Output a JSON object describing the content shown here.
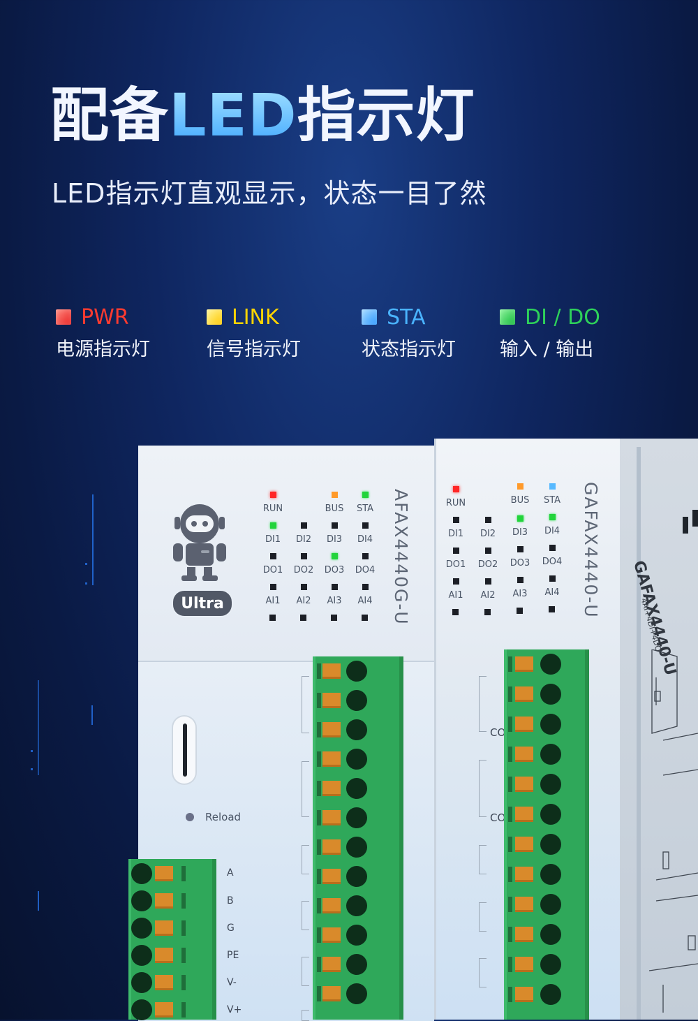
{
  "header": {
    "title_prefix": "配备",
    "title_accent": "LED",
    "title_suffix": "指示灯",
    "subtitle": "LED指示灯直观显示，状态一目了然"
  },
  "legend": [
    {
      "name": "PWR",
      "desc": "电源指示灯",
      "color": "#ff3b30"
    },
    {
      "name": "LINK",
      "desc": "信号指示灯",
      "color": "#ffd400"
    },
    {
      "name": "STA",
      "desc": "状态指示灯",
      "color": "#4ab3ff"
    },
    {
      "name": "DI / DO",
      "desc": "输入 / 输出",
      "color": "#2ed15a"
    }
  ],
  "device": {
    "badge": "Ultra",
    "reload_label": "Reload",
    "left_model": "AFAX4440G-U",
    "right_model": "GAFAX4440-U",
    "side_model": "GAFAX4440-U",
    "side_spec": "4AI+4DI+4DO",
    "left_leds": {
      "row0": [
        "RUN",
        "",
        "BUS",
        "STA"
      ],
      "row1": [
        "DI1",
        "DI2",
        "DI3",
        "DI4"
      ],
      "row2": [
        "DO1",
        "DO2",
        "DO3",
        "DO4"
      ],
      "row3": [
        "AI1",
        "AI2",
        "AI3",
        "AI4"
      ]
    },
    "right_leds": {
      "row0": [
        "RUN",
        "",
        "BUS",
        "STA"
      ],
      "row1": [
        "DI1",
        "DI2",
        "DI3",
        "DI4"
      ],
      "row2": [
        "DO1",
        "DO2",
        "DO3",
        "DO4"
      ],
      "row3": [
        "AI1",
        "AI2",
        "AI3",
        "AI4"
      ]
    },
    "bus_labels": [
      "A",
      "B",
      "G",
      "PE",
      "V-",
      "V+"
    ],
    "co_labels": [
      "CO",
      "CO"
    ]
  }
}
